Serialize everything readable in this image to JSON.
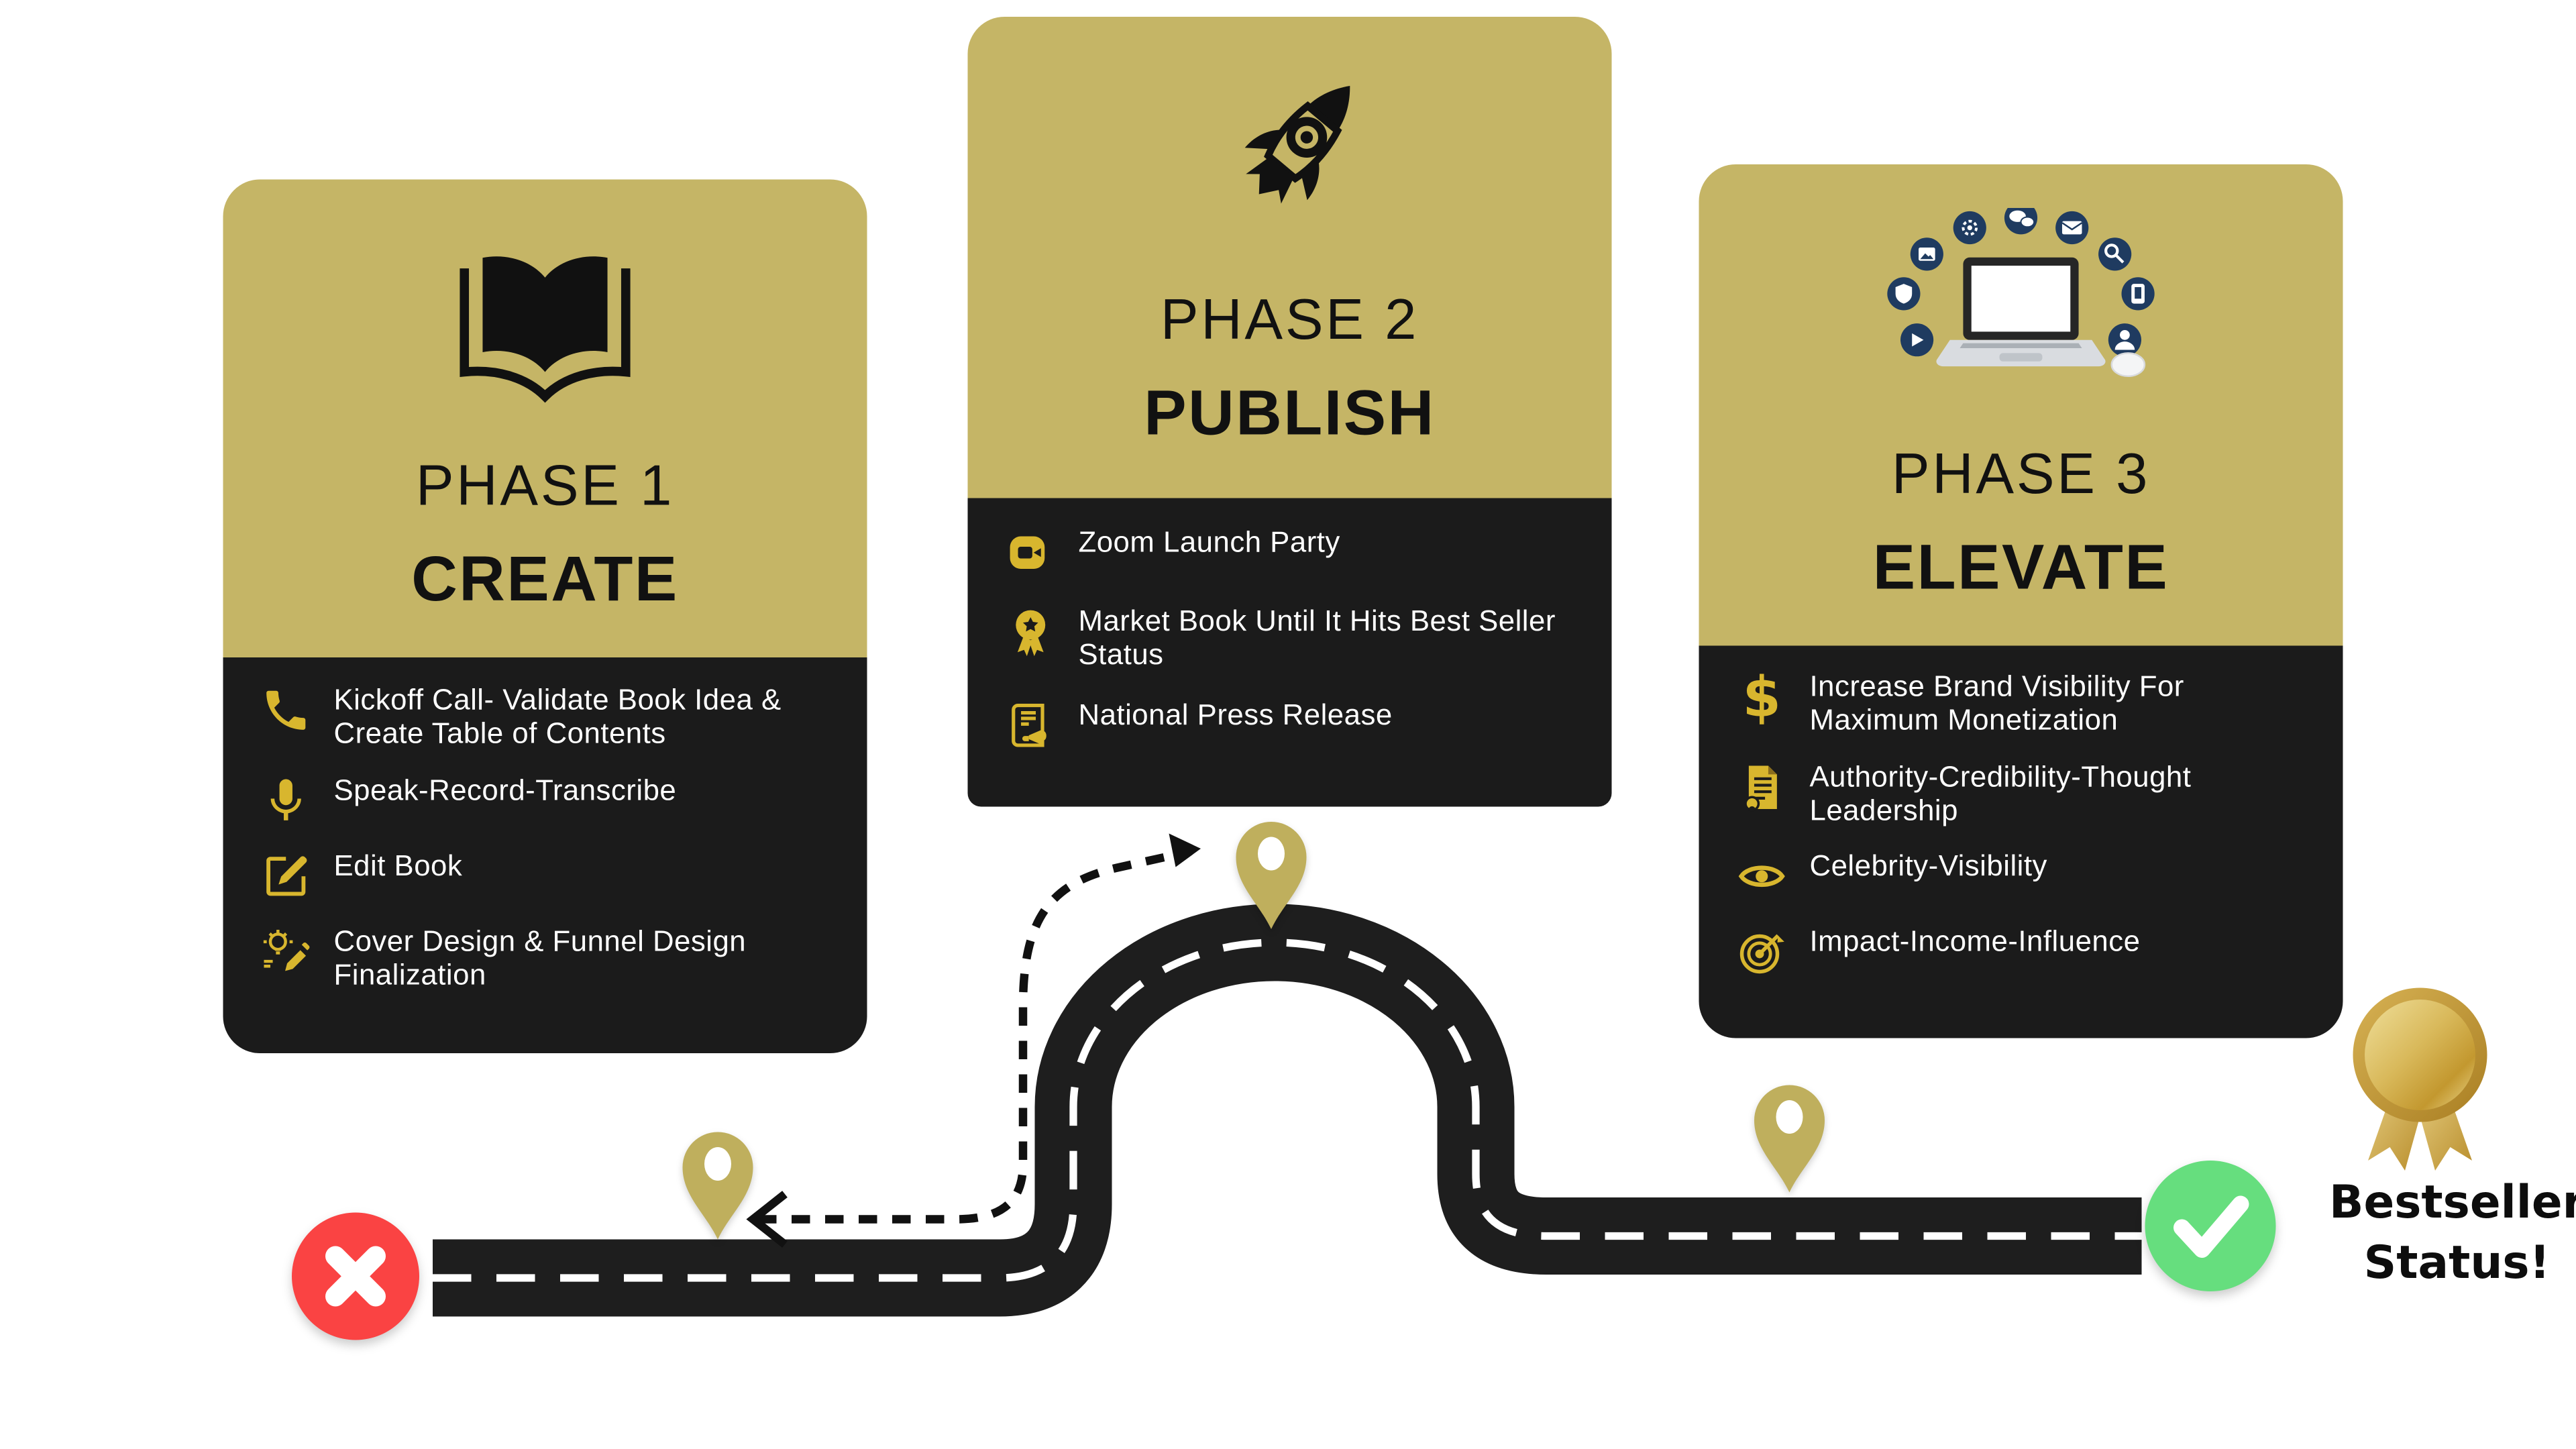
{
  "colors": {
    "gold_header": "#C5B566",
    "icon_gold": "#D8B62E",
    "card_black": "#1B1B1B",
    "pin_gold": "#BFAF5D",
    "start_red": "#FA4343",
    "end_green": "#66DE7E",
    "social_navy": "#1F3B60",
    "road_black": "#1E1E1E"
  },
  "phases": [
    {
      "label": "PHASE 1",
      "keyword": "CREATE",
      "header_icon": "open-book-icon",
      "items": [
        {
          "icon": "phone-icon",
          "text": "Kickoff Call- Validate Book Idea & Create Table of Contents"
        },
        {
          "icon": "microphone-icon",
          "text": "Speak-Record-Transcribe"
        },
        {
          "icon": "edit-pencil-icon",
          "text": "Edit Book"
        },
        {
          "icon": "idea-design-icon",
          "text": "Cover Design & Funnel Design Finalization"
        }
      ]
    },
    {
      "label": "PHASE 2",
      "keyword": "PUBLISH",
      "header_icon": "rocket-icon",
      "items": [
        {
          "icon": "video-camera-icon",
          "text": "Zoom Launch Party"
        },
        {
          "icon": "award-medal-icon",
          "text": "Market Book Until It Hits Best Seller Status"
        },
        {
          "icon": "press-release-icon",
          "text": "National Press Release"
        }
      ]
    },
    {
      "label": "PHASE 3",
      "keyword": "ELEVATE",
      "header_icon": "laptop-social-icon",
      "items": [
        {
          "icon": "dollar-icon",
          "text": "Increase Brand Visibility For Maximum Monetization"
        },
        {
          "icon": "article-icon",
          "text": "Authority-Credibility-Thought Leadership"
        },
        {
          "icon": "eye-icon",
          "text": "Celebrity-Visibility"
        },
        {
          "icon": "target-icon",
          "text": "Impact-Income-Influence"
        }
      ]
    }
  ],
  "roadmap": {
    "start_marker": "x-icon",
    "end_marker": "check-icon",
    "pin_count": 3
  },
  "award": {
    "icon": "gold-medal-icon",
    "line1": "Bestseller",
    "line2": "Status!"
  }
}
